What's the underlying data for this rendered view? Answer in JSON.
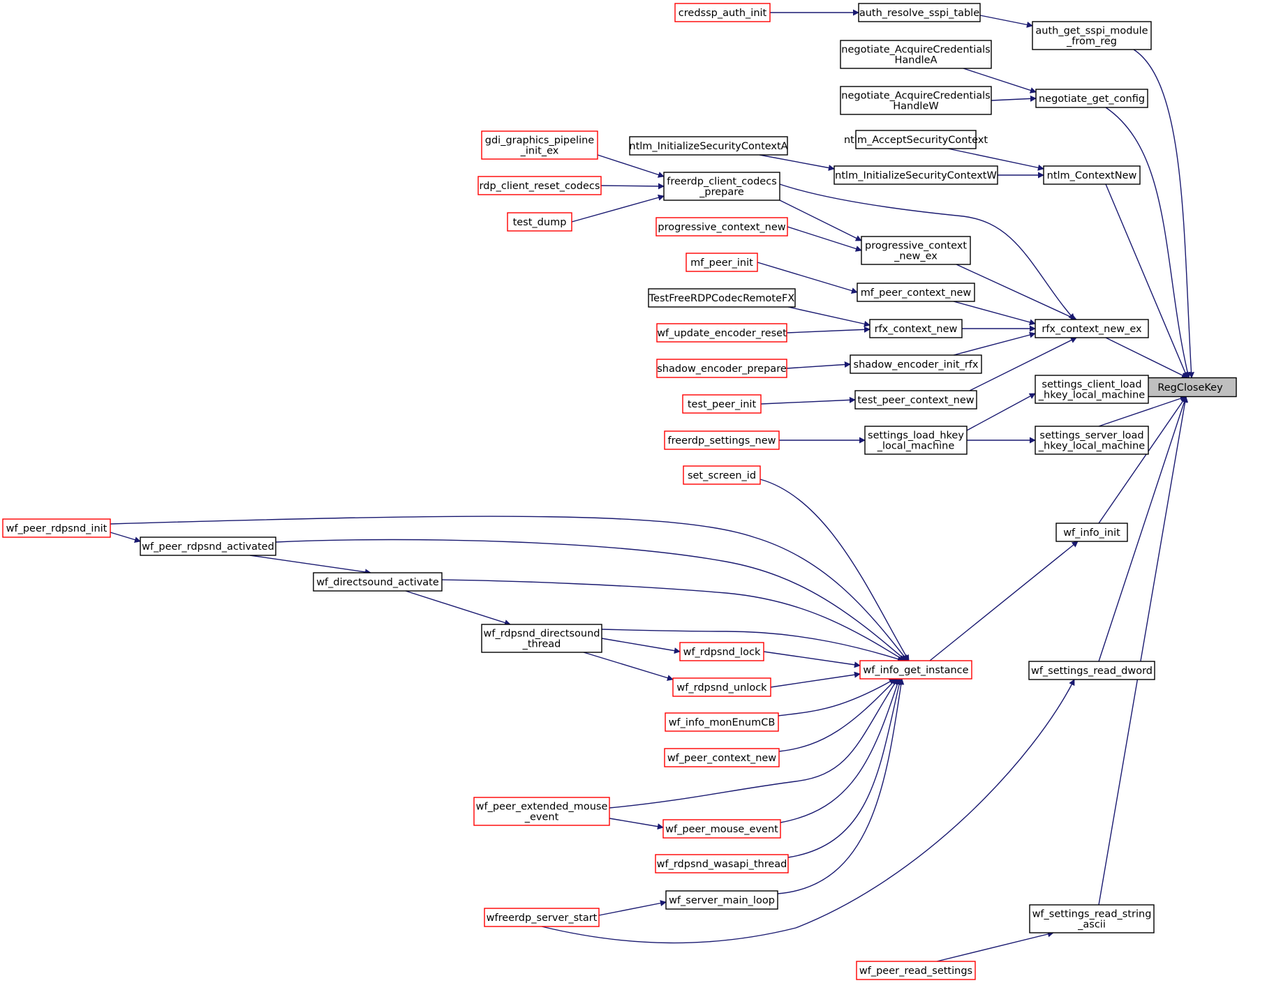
{
  "colors": {
    "edge": "#191970",
    "node_border": "#000000",
    "node_border_external": "#ff0000",
    "focus_fill": "#bfbfbf",
    "text": "#000000"
  },
  "focus_node": "RegCloseKey",
  "nodes": [
    {
      "id": "regclosekey",
      "lines": [
        "RegCloseKey"
      ],
      "style": "focus"
    },
    {
      "id": "credssp_auth_init",
      "lines": [
        "credssp_auth_init"
      ],
      "style": "external"
    },
    {
      "id": "auth_resolve_sspi_table",
      "lines": [
        "auth_resolve_sspi_table"
      ],
      "style": "normal"
    },
    {
      "id": "auth_get_sspi_module_from_reg",
      "lines": [
        "auth_get_sspi_module",
        "_from_reg"
      ],
      "style": "normal"
    },
    {
      "id": "negotiate_acq_a",
      "lines": [
        "negotiate_AcquireCredentials",
        "HandleA"
      ],
      "style": "normal"
    },
    {
      "id": "negotiate_acq_w",
      "lines": [
        "negotiate_AcquireCredentials",
        "HandleW"
      ],
      "style": "normal"
    },
    {
      "id": "negotiate_get_config",
      "lines": [
        "negotiate_get_config"
      ],
      "style": "normal"
    },
    {
      "id": "ntlm_accept",
      "lines": [
        "ntlm_AcceptSecurityContext"
      ],
      "style": "normal"
    },
    {
      "id": "ntlm_init_a",
      "lines": [
        "ntlm_InitializeSecurityContextA"
      ],
      "style": "normal"
    },
    {
      "id": "ntlm_init_w",
      "lines": [
        "ntlm_InitializeSecurityContextW"
      ],
      "style": "normal"
    },
    {
      "id": "ntlm_contextnew",
      "lines": [
        "ntlm_ContextNew"
      ],
      "style": "normal"
    },
    {
      "id": "gdi_gp_init_ex",
      "lines": [
        "gdi_graphics_pipeline",
        "_init_ex"
      ],
      "style": "external"
    },
    {
      "id": "rdp_client_reset_codecs",
      "lines": [
        "rdp_client_reset_codecs"
      ],
      "style": "external"
    },
    {
      "id": "test_dump",
      "lines": [
        "test_dump"
      ],
      "style": "external"
    },
    {
      "id": "freerdp_client_codecs_prepare",
      "lines": [
        "freerdp_client_codecs",
        "_prepare"
      ],
      "style": "normal"
    },
    {
      "id": "progressive_context_new",
      "lines": [
        "progressive_context_new"
      ],
      "style": "external"
    },
    {
      "id": "progressive_context_new_ex",
      "lines": [
        "progressive_context",
        "_new_ex"
      ],
      "style": "normal"
    },
    {
      "id": "mf_peer_init",
      "lines": [
        "mf_peer_init"
      ],
      "style": "external"
    },
    {
      "id": "mf_peer_context_new",
      "lines": [
        "mf_peer_context_new"
      ],
      "style": "normal"
    },
    {
      "id": "testfreerdpcodecremotefx",
      "lines": [
        "TestFreeRDPCodecRemoteFX"
      ],
      "style": "normal"
    },
    {
      "id": "wf_update_encoder_reset",
      "lines": [
        "wf_update_encoder_reset"
      ],
      "style": "external"
    },
    {
      "id": "rfx_context_new",
      "lines": [
        "rfx_context_new"
      ],
      "style": "normal"
    },
    {
      "id": "rfx_context_new_ex",
      "lines": [
        "rfx_context_new_ex"
      ],
      "style": "normal"
    },
    {
      "id": "shadow_encoder_prepare",
      "lines": [
        "shadow_encoder_prepare"
      ],
      "style": "external"
    },
    {
      "id": "shadow_encoder_init_rfx",
      "lines": [
        "shadow_encoder_init_rfx"
      ],
      "style": "normal"
    },
    {
      "id": "test_peer_init",
      "lines": [
        "test_peer_init"
      ],
      "style": "external"
    },
    {
      "id": "test_peer_context_new",
      "lines": [
        "test_peer_context_new"
      ],
      "style": "normal"
    },
    {
      "id": "settings_client_load",
      "lines": [
        "settings_client_load",
        "_hkey_local_machine"
      ],
      "style": "normal"
    },
    {
      "id": "freerdp_settings_new",
      "lines": [
        "freerdp_settings_new"
      ],
      "style": "external"
    },
    {
      "id": "settings_load_hkey",
      "lines": [
        "settings_load_hkey",
        "_local_machine"
      ],
      "style": "normal"
    },
    {
      "id": "settings_server_load",
      "lines": [
        "settings_server_load",
        "_hkey_local_machine"
      ],
      "style": "normal"
    },
    {
      "id": "set_screen_id",
      "lines": [
        "set_screen_id"
      ],
      "style": "external"
    },
    {
      "id": "wf_peer_rdpsnd_init",
      "lines": [
        "wf_peer_rdpsnd_init"
      ],
      "style": "external"
    },
    {
      "id": "wf_peer_rdpsnd_activated",
      "lines": [
        "wf_peer_rdpsnd_activated"
      ],
      "style": "normal"
    },
    {
      "id": "wf_directsound_activate",
      "lines": [
        "wf_directsound_activate"
      ],
      "style": "normal"
    },
    {
      "id": "wf_rdpsnd_directsound_thread",
      "lines": [
        "wf_rdpsnd_directsound",
        "_thread"
      ],
      "style": "normal"
    },
    {
      "id": "wf_rdpsnd_lock",
      "lines": [
        "wf_rdpsnd_lock"
      ],
      "style": "external"
    },
    {
      "id": "wf_rdpsnd_unlock",
      "lines": [
        "wf_rdpsnd_unlock"
      ],
      "style": "external"
    },
    {
      "id": "wf_info_monenumcb",
      "lines": [
        "wf_info_monEnumCB"
      ],
      "style": "external"
    },
    {
      "id": "wf_peer_context_new",
      "lines": [
        "wf_peer_context_new"
      ],
      "style": "external"
    },
    {
      "id": "wf_peer_extended_mouse_event",
      "lines": [
        "wf_peer_extended_mouse",
        "_event"
      ],
      "style": "external"
    },
    {
      "id": "wf_peer_mouse_event",
      "lines": [
        "wf_peer_mouse_event"
      ],
      "style": "external"
    },
    {
      "id": "wf_rdpsnd_wasapi_thread",
      "lines": [
        "wf_rdpsnd_wasapi_thread"
      ],
      "style": "external"
    },
    {
      "id": "wf_server_main_loop",
      "lines": [
        "wf_server_main_loop"
      ],
      "style": "normal"
    },
    {
      "id": "wfreerdp_server_start",
      "lines": [
        "wfreerdp_server_start"
      ],
      "style": "external"
    },
    {
      "id": "wf_info_get_instance",
      "lines": [
        "wf_info_get_instance"
      ],
      "style": "external"
    },
    {
      "id": "wf_info_init",
      "lines": [
        "wf_info_init"
      ],
      "style": "normal"
    },
    {
      "id": "wf_settings_read_dword",
      "lines": [
        "wf_settings_read_dword"
      ],
      "style": "normal"
    },
    {
      "id": "wf_settings_read_string_ascii",
      "lines": [
        "wf_settings_read_string",
        "_ascii"
      ],
      "style": "normal"
    },
    {
      "id": "wf_peer_read_settings",
      "lines": [
        "wf_peer_read_settings"
      ],
      "style": "external"
    }
  ]
}
